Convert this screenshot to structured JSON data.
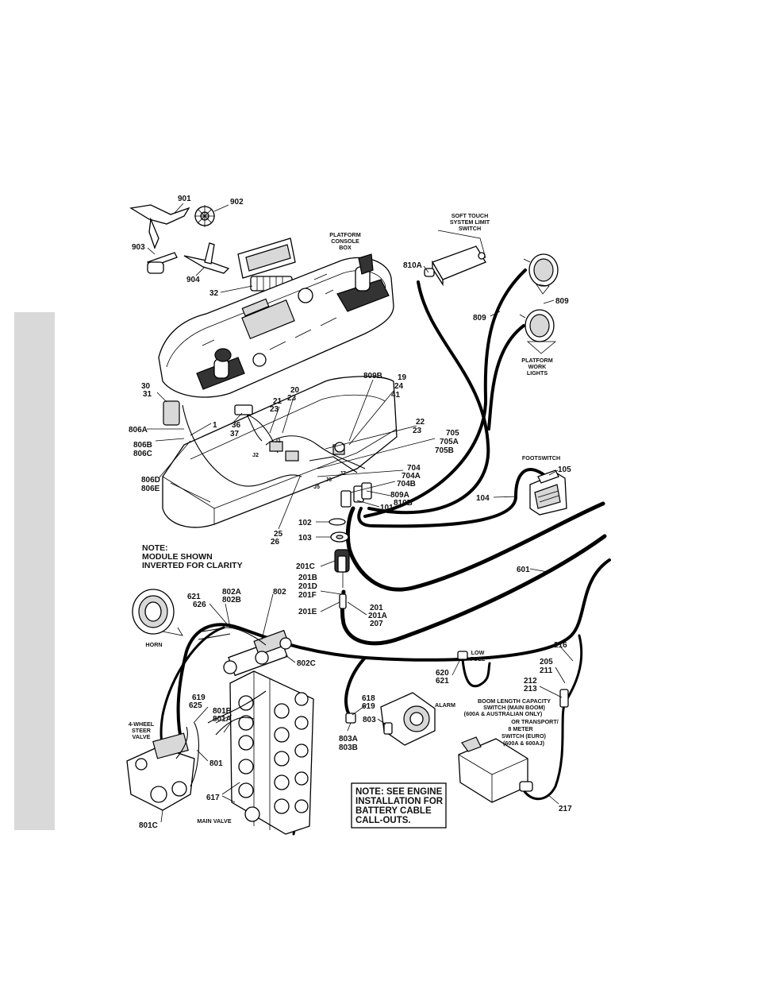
{
  "labels": {
    "p901": "901",
    "p902": "902",
    "p903": "903",
    "p904": "904",
    "p32": "32",
    "p30": "30",
    "p31": "31",
    "p806a": "806A",
    "p806b": "806B",
    "p806c": "806C",
    "p806d": "806D",
    "p806e": "806E",
    "p1": "1",
    "p36": "36",
    "p37": "37",
    "p21": "21",
    "p23a": "23",
    "p20": "20",
    "p23b": "23",
    "p809b": "809B",
    "p19": "19",
    "p24": "24",
    "p41": "41",
    "p22": "22",
    "p23c": "23",
    "p705": "705",
    "p705a": "705A",
    "p705b": "705B",
    "p704": "704",
    "p704a": "704A",
    "p704b": "704B",
    "p809a": "809A",
    "p810b": "810B",
    "p101": "101",
    "p102": "102",
    "p103": "103",
    "p25": "25",
    "p26": "26",
    "p201c": "201C",
    "p201b": "201B",
    "p201d": "201D",
    "p201f": "201F",
    "p201e": "201E",
    "p201": "201",
    "p201a": "201A",
    "p207": "207",
    "p810a": "810A",
    "p809a2": "809",
    "p809b2": "809",
    "p105": "105",
    "p104": "104",
    "p601": "601",
    "p621": "621",
    "p626": "626",
    "p802a": "802A",
    "p802b": "802B",
    "p802": "802",
    "p802c": "802C",
    "p619a": "619",
    "p625": "625",
    "p801b": "801B",
    "p801a": "801A",
    "p801": "801",
    "p617": "617",
    "p801c": "801C",
    "p620": "620",
    "p621b": "621",
    "p618": "618",
    "p619b": "619",
    "p803": "803",
    "p803a": "803A",
    "p803b": "803B",
    "p216": "216",
    "p205": "205",
    "p211": "211",
    "p212": "212",
    "p213": "213",
    "p217": "217",
    "j1": "J1",
    "j2": "J2",
    "j5": "J5",
    "j6": "J6",
    "j7": "J7"
  },
  "captions": {
    "platform_console_box": [
      "PLATFORM",
      "CONSOLE",
      "BOX"
    ],
    "soft_touch": [
      "SOFT TOUCH",
      "SYSTEM LIMIT",
      "SWITCH"
    ],
    "platform_work_lights": [
      "PLATFORM",
      "WORK",
      "LIGHTS"
    ],
    "footswitch": "FOOTSWITCH",
    "horn": "HORN",
    "four_wheel_steer": [
      "4-WHEEL",
      "STEER",
      "VALVE"
    ],
    "main_valve": "MAIN VALVE",
    "low_fuel": [
      "LOW",
      "FUEL"
    ],
    "alarm": "ALARM",
    "boom_switch": [
      "BOOM LENGTH CAPACITY",
      "SWITCH (MAIN BOOM)",
      "(600A & AUSTRALIAN ONLY)",
      "OR TRANSPORT/",
      "8 METER",
      "SWITCH (EURO)",
      "(600A & 600AJ)"
    ]
  },
  "notes": {
    "module": [
      "NOTE:",
      "MODULE SHOWN",
      "INVERTED FOR CLARITY"
    ],
    "engine": [
      "NOTE: SEE ENGINE",
      "INSTALLATION FOR",
      "BATTERY CABLE",
      "CALL-OUTS."
    ]
  }
}
